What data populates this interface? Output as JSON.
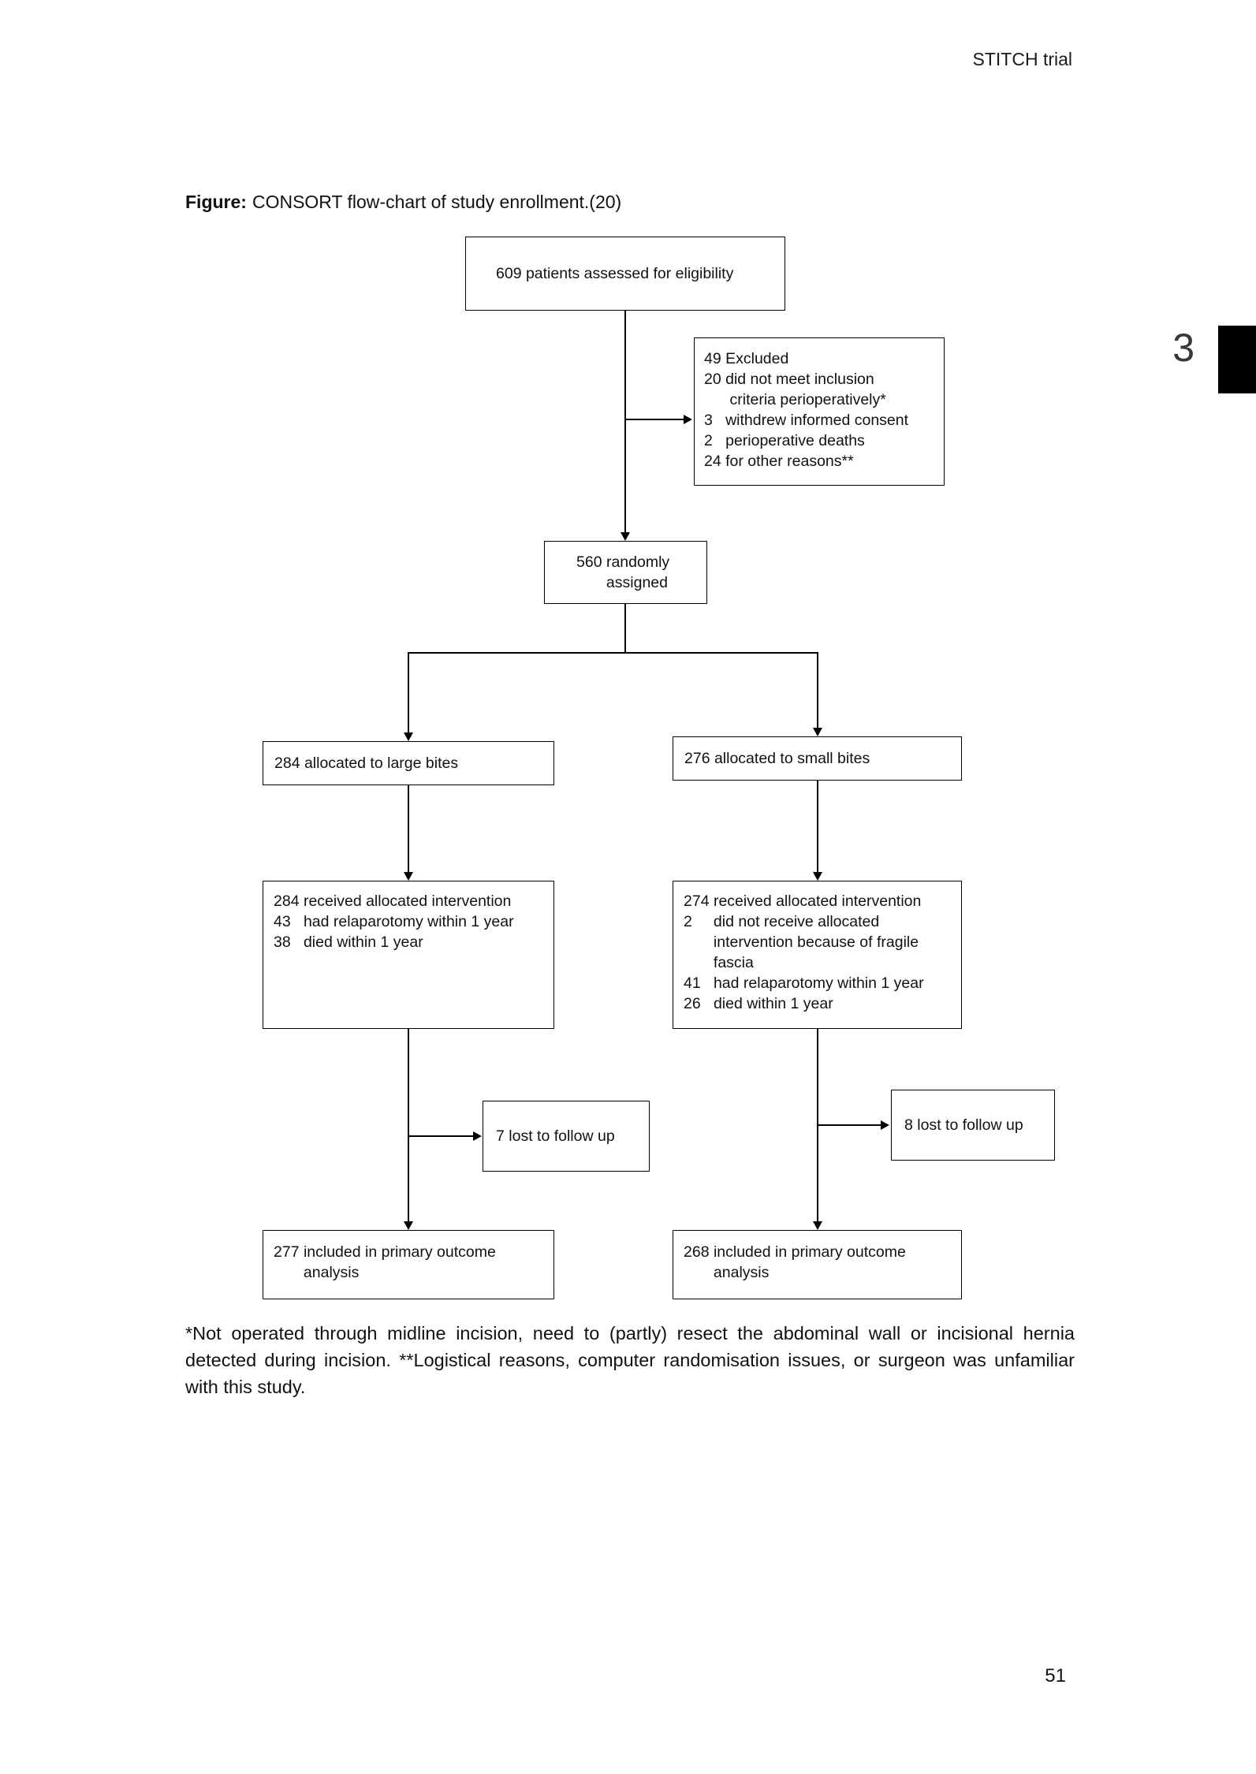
{
  "page": {
    "header_right": "STITCH trial",
    "chapter_tab_number": "3",
    "page_number": "51"
  },
  "figure": {
    "caption_label": "Figure:",
    "caption_text": "CONSORT flow-chart of study enrollment.(20)"
  },
  "flowchart": {
    "assessed": "609 patients assessed for eligibility",
    "excluded_lines": [
      "49 Excluded",
      "20 did not meet inclusion",
      "      criteria perioperatively*",
      "3   withdrew informed consent",
      "2   perioperative deaths",
      "24 for other reasons**"
    ],
    "randomized_lines": [
      "560 randomly",
      "       assigned"
    ],
    "allocated_large": "284 allocated to large bites",
    "allocated_small": "276 allocated to small bites",
    "received_large_lines": [
      "284 received allocated intervention",
      "43   had relaparotomy within 1 year",
      "38   died within 1 year"
    ],
    "received_small_lines": [
      "274 received allocated intervention",
      "2     did not receive allocated",
      "       intervention because of fragile",
      "       fascia",
      "41   had relaparotomy within 1 year",
      "26   died within 1 year"
    ],
    "lost_large": "7 lost to follow up",
    "lost_small": "8 lost to follow up",
    "outcome_large_lines": [
      "277 included in primary outcome",
      "       analysis"
    ],
    "outcome_small_lines": [
      "268 included in primary outcome",
      "       analysis"
    ]
  },
  "footnote": "*Not operated through midline incision, need to (partly) resect the abdominal wall or incisional hernia detected during incision. **Logistical reasons, computer randomisation issues, or surgeon was unfamiliar with this study."
}
